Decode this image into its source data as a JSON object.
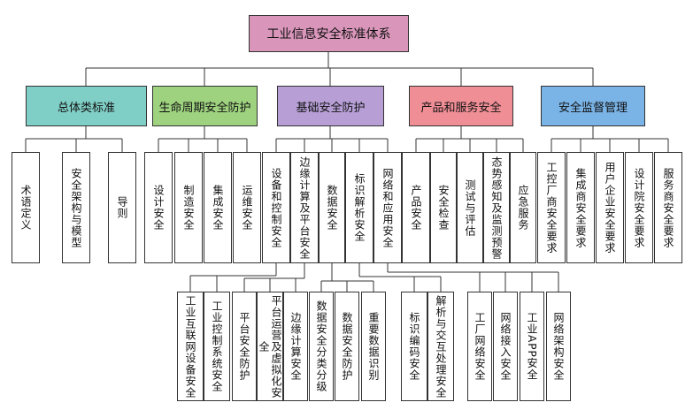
{
  "root": {
    "label": "工业信息安全标准体系"
  },
  "categories": [
    {
      "id": "general",
      "label": "总体类标准",
      "color": "#80cfc6",
      "children": [
        "术语定义",
        "安全架构与模型",
        "导则"
      ]
    },
    {
      "id": "lifecycle",
      "label": "生命周期安全防护",
      "color": "#9ed27f",
      "children": [
        "设计安全",
        "制造安全",
        "集成安全",
        "运维安全"
      ]
    },
    {
      "id": "basic",
      "label": "基础安全防护",
      "color": "#b79fd6",
      "children": [
        "设备和控制安全",
        "边缘计算及平台安全",
        "数据安全",
        "标识解析安全",
        "网络和应用安全"
      ]
    },
    {
      "id": "product",
      "label": "产品和服务安全",
      "color": "#f08e96",
      "children": [
        "产品安全",
        "安全检查",
        "测试与评估",
        "态势感知及监测预警",
        "应急服务"
      ]
    },
    {
      "id": "supervision",
      "label": "安全监督管理",
      "color": "#7ab3e6",
      "children": [
        "工控厂商安全要求",
        "集成商安全要求",
        "用户企业安全要求",
        "设计院安全要求",
        "服务商安全要求"
      ]
    }
  ],
  "sub_groups": [
    {
      "parent": "设备和控制安全",
      "children": [
        "工业互联网设备安全",
        "工业控制系统安全"
      ]
    },
    {
      "parent": "边缘计算及平台安全",
      "children": [
        "平台安全防护",
        "平台运营及虚拟化安全",
        "边缘计算安全"
      ]
    },
    {
      "parent": "数据安全",
      "children": [
        "数据安全分类分级",
        "数据安全防护",
        "重要数据识别"
      ]
    },
    {
      "parent": "标识解析安全",
      "children": [
        "标识编码安全",
        "解析与交互处理安全"
      ]
    },
    {
      "parent": "网络和应用安全",
      "children": [
        "工厂网络安全",
        "网络接入安全",
        "工业APP安全",
        "网络架构安全"
      ]
    }
  ]
}
